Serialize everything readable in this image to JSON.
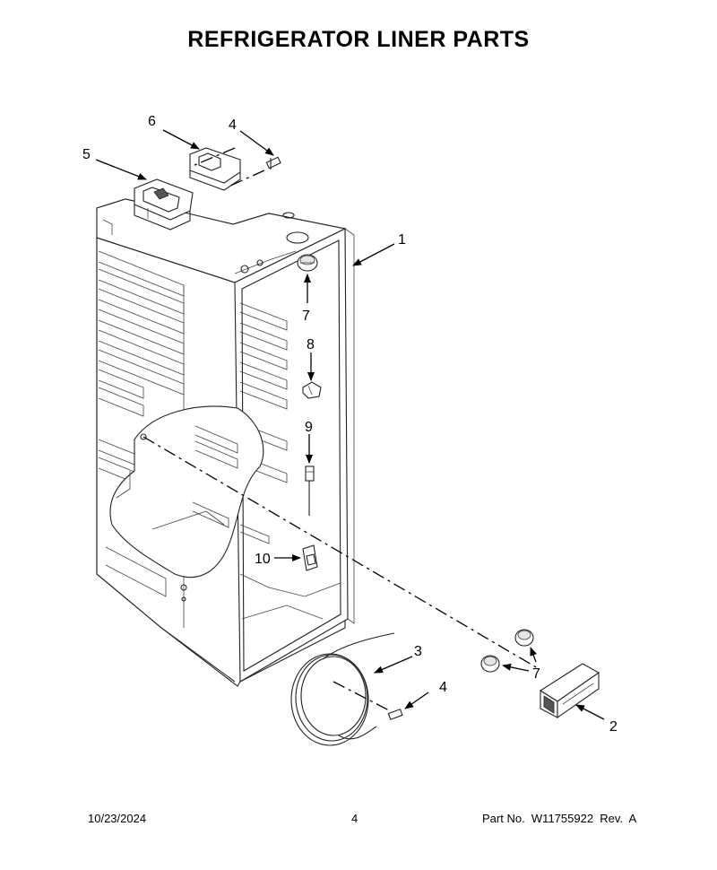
{
  "title": "REFRIGERATOR LINER PARTS",
  "callouts": {
    "c1": "1",
    "c2": "2",
    "c3": "3",
    "c4a": "4",
    "c4b": "4",
    "c5": "5",
    "c6": "6",
    "c7a": "7",
    "c7b": "7",
    "c8": "8",
    "c9": "9",
    "c10": "10"
  },
  "footer": {
    "date": "10/23/2024",
    "page": "4",
    "part": "Part No.  W11755922  Rev.  A"
  }
}
